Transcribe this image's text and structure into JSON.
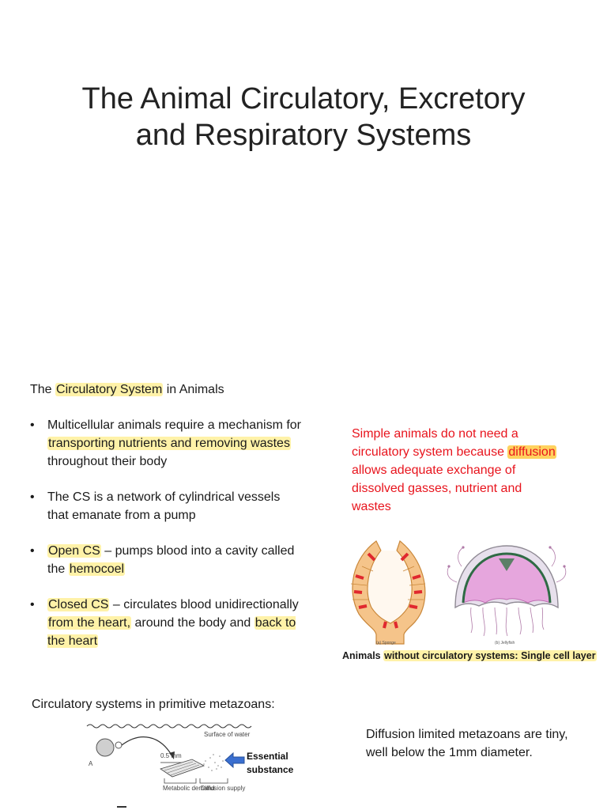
{
  "title": "The Animal Circulatory, Excretory and Respiratory Systems",
  "intro": {
    "before": "The ",
    "highlight": "Circulatory System",
    "after": " in Animals"
  },
  "bullets": [
    {
      "p1": "Multicellular animals require a mechanism for ",
      "h1": "transporting nutrients and removing wastes",
      "p2": " throughout their body"
    },
    {
      "p1": "The CS is a network of cylindrical vessels that emanate from a pump"
    },
    {
      "h1": "Open CS",
      "p1": " – pumps blood into a cavity called the ",
      "h2": "hemocoel"
    },
    {
      "h1": "Closed CS",
      "p1": " – circulates blood unidirectionally ",
      "h2": "from the heart,",
      "p2": " around the body and ",
      "h3": "back to the heart"
    }
  ],
  "red_note": {
    "p1": "Simple animals do not need a circulatory system because ",
    "h1": "diffusion",
    "p2": " allows adequate exchange of dissolved gasses, nutrient and wastes"
  },
  "figure_animals": {
    "label_a": "(a) Sponge",
    "label_b": "(b) Jellyfish"
  },
  "caption": {
    "p1": "Animals ",
    "h1": "without circulatory systems: Single cell layer"
  },
  "section_heading": "Circulatory systems in primitive metazoans:",
  "diffusion_figure": {
    "surface": "Surface of water",
    "distance": "0.5 mm",
    "label_a": "A",
    "metabolic": "Metabolic demand",
    "diffusion": "Diffusion supply"
  },
  "essential": "Essential substance",
  "right_note": "Diffusion limited metazoans are tiny, well below the 1mm diameter.",
  "colors": {
    "highlight": "#fff2a8",
    "red_text": "#e8141d",
    "arrow": "#3a6fd0"
  }
}
